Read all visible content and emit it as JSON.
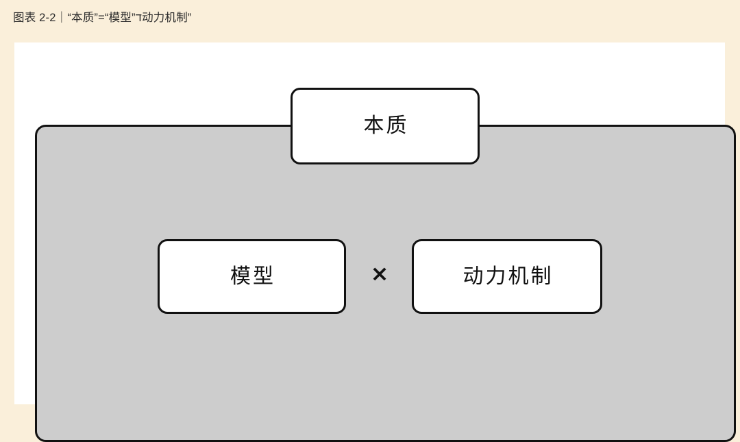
{
  "figure": {
    "caption": "图表 2-2｜“本质”=“模型”ד动力机制”",
    "caption_number": "2-2",
    "caption_prefix": "图表",
    "background_color": "#faefda",
    "card_color": "#ffffff",
    "panel_color": "#cdcdcd",
    "stroke_color": "#111111",
    "text_color": "#2b2b2b"
  },
  "diagram": {
    "type": "equation-block-diagram",
    "result_node": {
      "label": "本质",
      "role": "result",
      "shape": "rounded-rectangle",
      "fill": "#ffffff"
    },
    "operator": {
      "symbol": "×",
      "name": "multiply-operator"
    },
    "operand_nodes": [
      {
        "label": "模型",
        "role": "operand-left",
        "shape": "rounded-rectangle",
        "fill": "#ffffff"
      },
      {
        "label": "动力机制",
        "role": "operand-right",
        "shape": "rounded-rectangle",
        "fill": "#ffffff"
      }
    ],
    "container": {
      "label": "",
      "shape": "rounded-rectangle",
      "fill": "#cdcdcd"
    }
  }
}
